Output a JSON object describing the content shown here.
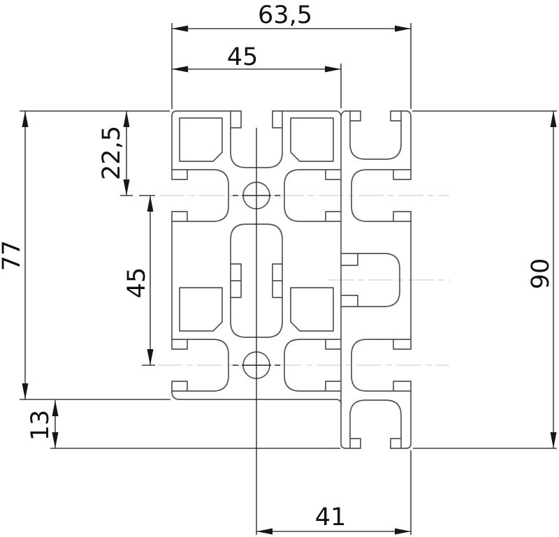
{
  "drawing": {
    "type": "aluminium-extrusion-profile-cross-section",
    "dimensions": {
      "overall_width_top": "63,5",
      "body_width_top": "45",
      "first_hole_offset_left": "22,5",
      "body_height_left": "77",
      "hole_spacing_left": "45",
      "bottom_step_left": "13",
      "overall_height_right": "90",
      "center_to_edge_bottom": "41"
    },
    "colors": {
      "background": "#ffffff",
      "profile_stroke": "#545454",
      "dimension_stroke": "#171717",
      "centerline_light": "#dadada",
      "axis_dark": "#2b2b2b",
      "text": "#111111"
    }
  }
}
